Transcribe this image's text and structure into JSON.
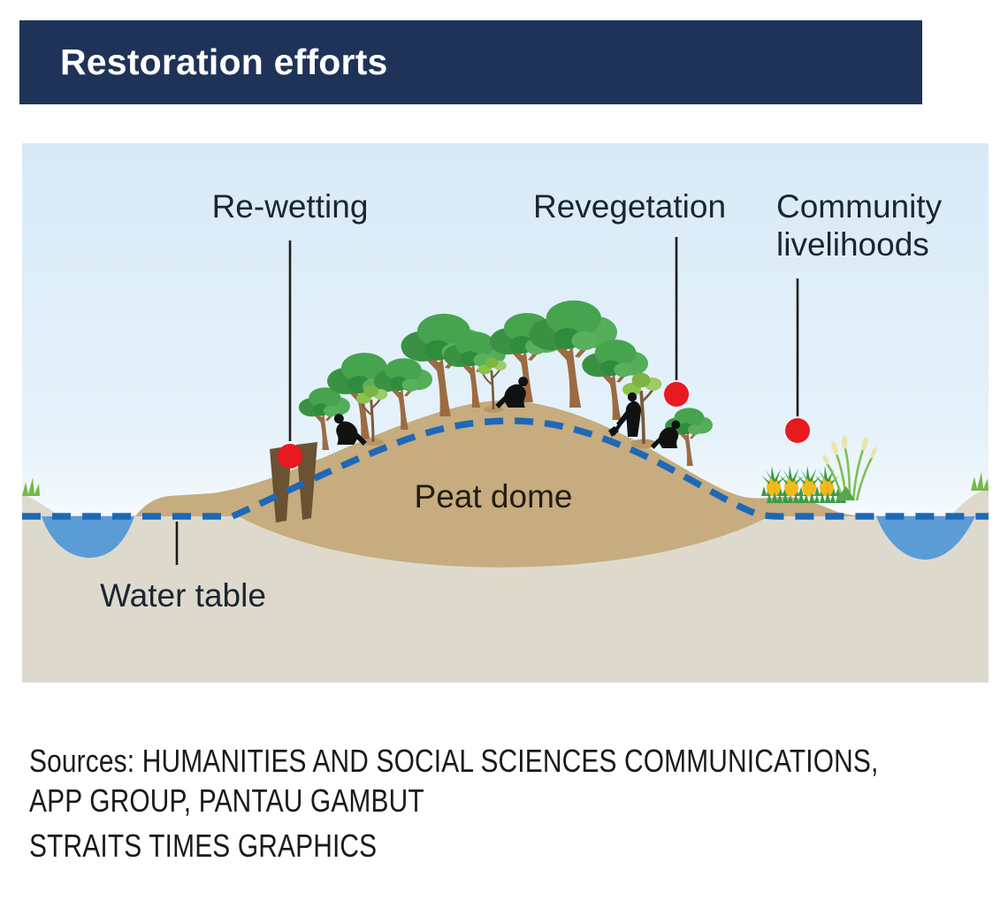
{
  "header": {
    "title": "Restoration efforts"
  },
  "diagram": {
    "labels": {
      "rewetting": "Re-wetting",
      "revegetation": "Revegetation",
      "community_line1": "Community",
      "community_line2": "livelihoods",
      "peat_dome": "Peat dome",
      "water_table": "Water table"
    },
    "markers": {
      "count": 3,
      "shape": "red-dot"
    }
  },
  "footer": {
    "sources_line1": "Sources: HUMANITIES AND SOCIAL SCIENCES COMMUNICATIONS,",
    "sources_line2": "APP GROUP, PANTAU GAMBUT",
    "credit": "STRAITS TIMES GRAPHICS"
  },
  "colors": {
    "header_bg": "#1e3357",
    "header_text": "#ffffff",
    "underground": "#ded9cd",
    "peat": "#c6ac7e",
    "peat_dark": "#6b5233",
    "water": "#5b9cd6",
    "wtline": "#1d68b8",
    "marker": "#e8191f",
    "trunk": "#9c6b42",
    "canopy": "#46a34e",
    "label_color": "#1b2530",
    "footer_color": "#1a1a1a"
  }
}
